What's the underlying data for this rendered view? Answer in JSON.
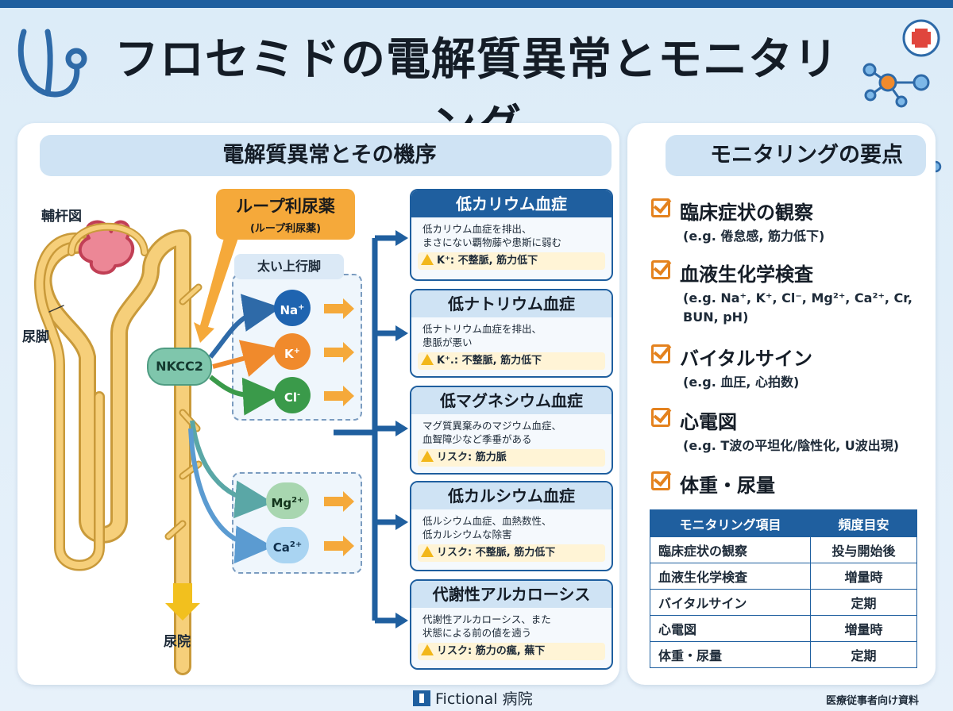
{
  "title": "フロセミドの電解質異常とモニタリング",
  "left_section": {
    "header": "電解質異常とその機序",
    "nephron_label": "輔杆図",
    "ureter_label": "尿脚",
    "urine_label": "尿院",
    "diuretic": {
      "title": "ループ利尿薬",
      "subtitle": "(ループ利尿薬)"
    },
    "tal_label": "太い上行脚",
    "transporter": "NKCC2",
    "ions_top": [
      {
        "base": "Na",
        "charge": "+"
      },
      {
        "base": "K",
        "charge": "+"
      },
      {
        "base": "Cl",
        "charge": "-"
      }
    ],
    "ions_bottom": [
      {
        "base": "Mg",
        "charge": "2+"
      },
      {
        "base": "Ca",
        "charge": "2+"
      }
    ]
  },
  "disorders": [
    {
      "title": "低カリウム血症",
      "body_line1": "低カリウム血症を排出、",
      "body_line2": "まさにない覇物藤や患斯に弱む",
      "risk": "K⁺: 不整脈, 筋力低下",
      "dark": true
    },
    {
      "title": "低ナトリウム血症",
      "body_line1": "低ナトリウム血症を排出、",
      "body_line2": "患脈が悪い",
      "risk": "K⁺.: 不整脈, 筋力低下",
      "dark": false
    },
    {
      "title": "低マグネシウム血症",
      "body_line1": "マグ質異棄みのマジウム血症、",
      "body_line2": "血聟障少など季垂がある",
      "risk": "リスク: 筋力脈",
      "dark": false
    },
    {
      "title": "低カルシウム血症",
      "body_line1": "低ルシウム血症、血熱数性、",
      "body_line2": "低カルシウムな除害",
      "risk": "リスク: 不整脈, 筋力低下",
      "dark": false
    },
    {
      "title": "代謝性アルカローシス",
      "body_line1": "代謝性アルカローシス、また",
      "body_line2": "状態による前の値を遖う",
      "risk": "リスク: 筋力の瘋, 蕪下",
      "dark": false
    }
  ],
  "right_section": {
    "header": "モニタリングの要点",
    "items": [
      {
        "title": "臨床症状の観察",
        "sub": "(e.g. 倦怠感, 筋力低下)"
      },
      {
        "title": "血液生化学検査",
        "sub": "(e.g. Na⁺, K⁺, Cl⁻, Mg²⁺, Ca²⁺, Cr, BUN, pH)"
      },
      {
        "title": "バイタルサイン",
        "sub": "(e.g. 血圧, 心拍数)"
      },
      {
        "title": "心電図",
        "sub": "(e.g. T波の平坦化/陰性化, U波出現)"
      },
      {
        "title": "体重・尿量",
        "sub": ""
      }
    ],
    "table": {
      "headers": [
        "モニタリング項目",
        "頻度目安"
      ],
      "rows": [
        [
          "臨床症状の観察",
          "投与開始後"
        ],
        [
          "血液生化学検査",
          "増量時"
        ],
        [
          "バイタルサイン",
          "定期"
        ],
        [
          "心電図",
          "増量時"
        ],
        [
          "体重・尿量",
          "定期"
        ]
      ]
    }
  },
  "footer": {
    "hospital": "Fictional 病院",
    "audience": "医療従事者向け資料"
  },
  "colors": {
    "accent_blue": "#1f5f9f",
    "orange": "#f5a93a",
    "tubule": "#f6cf7a"
  }
}
